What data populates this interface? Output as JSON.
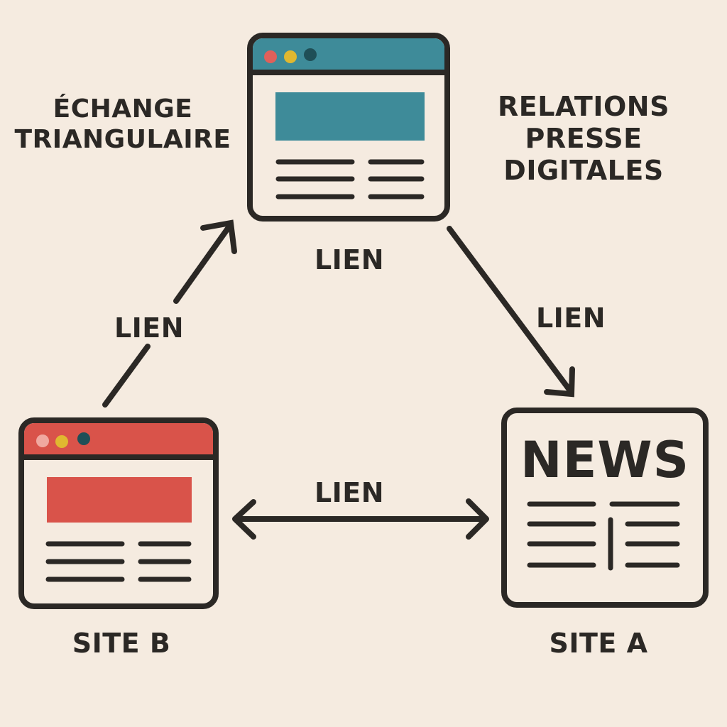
{
  "annotations": {
    "left_title": [
      "ÉCHANGE",
      "TRIANGULAIRE"
    ],
    "right_title": [
      "RELATIONS",
      "PRESSE",
      "DIGITALES"
    ]
  },
  "links": {
    "top_label": "LIEN",
    "left_label": "LIEN",
    "right_label": "LIEN",
    "bottom_label": "LIEN"
  },
  "nodes": {
    "top_site": {
      "header_color": "#3e8b99",
      "banner_color": "#3e8b99"
    },
    "site_b": {
      "caption": "SITE B",
      "header_color": "#d9534a",
      "banner_color": "#d9534a"
    },
    "site_a": {
      "caption": "SITE A",
      "headline": "NEWS"
    }
  },
  "colors": {
    "background": "#f5ebe0",
    "ink": "#2b2825",
    "dot_red": "#e0605a",
    "dot_yellow": "#e0b830",
    "dot_dark": "#1f4f57",
    "dot_pink": "#f0a8a0"
  }
}
